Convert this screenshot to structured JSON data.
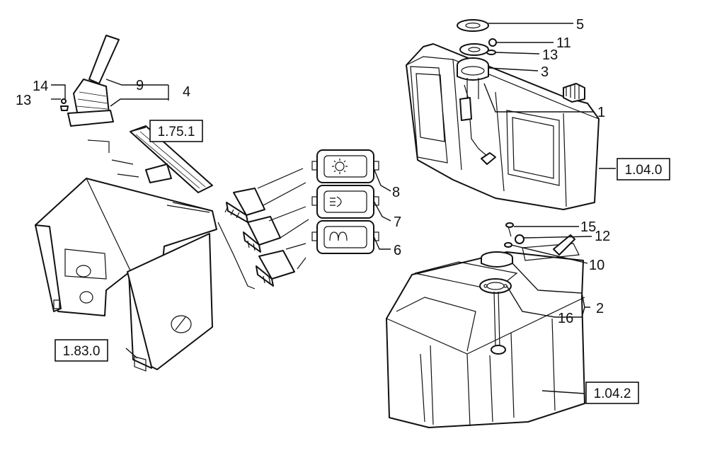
{
  "labels": {
    "n1": "1",
    "n2": "2",
    "n3": "3",
    "n4": "4",
    "n5": "5",
    "n6": "6",
    "n7": "7",
    "n8": "8",
    "n9": "9",
    "n10": "10",
    "n11": "11",
    "n12": "12",
    "n13a": "13",
    "n13b": "13",
    "n14": "14",
    "n15": "15",
    "n16": "16"
  },
  "refs": {
    "r1751": "1.75.1",
    "r1040": "1.04.0",
    "r1830": "1.83.0",
    "r1042": "1.04.2"
  },
  "icons": [
    "lamp-sun-icon",
    "lamp-beam-icon",
    "glow-plug-icon"
  ]
}
